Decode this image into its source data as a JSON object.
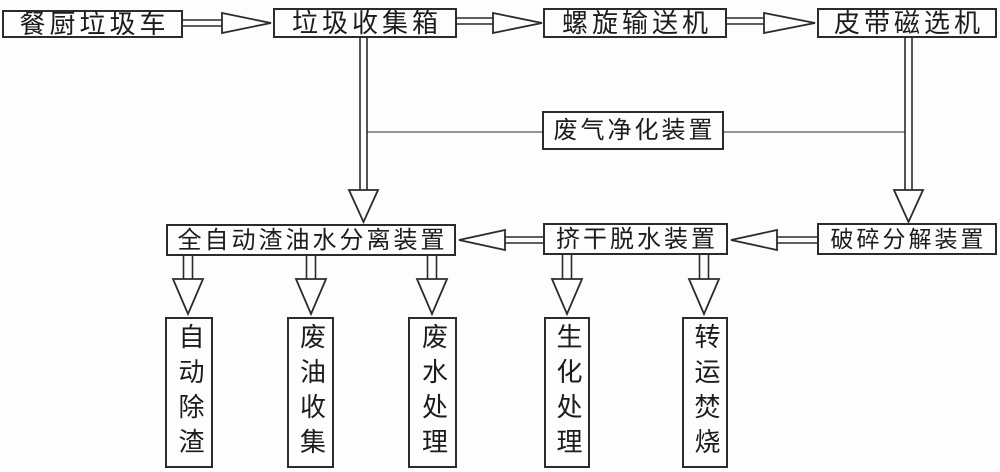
{
  "diagram": {
    "nodes": {
      "truck": {
        "label": "餐厨垃圾车"
      },
      "collection_box": {
        "label": "垃圾收集箱"
      },
      "screw_conveyor": {
        "label": "螺旋输送机"
      },
      "belt_magnetic_separator": {
        "label": "皮带磁选机"
      },
      "gas_purifier": {
        "label": "废气净化装置"
      },
      "oil_water_separator": {
        "label": "全自动渣油水分离装置"
      },
      "dewatering": {
        "label": "挤干脱水装置"
      },
      "crusher": {
        "label": "破碎分解装置"
      },
      "auto_slag_removal": {
        "label": "自动除渣"
      },
      "waste_oil_collection": {
        "label": "废油收集"
      },
      "wastewater_treatment": {
        "label": "废水处理"
      },
      "biochemical_treatment": {
        "label": "生化处理"
      },
      "transfer_incineration": {
        "label": "转运焚烧"
      }
    },
    "colors": {
      "line": "#2b2b2b",
      "text": "#1c1c1c",
      "background": "#fdfdfd"
    }
  }
}
